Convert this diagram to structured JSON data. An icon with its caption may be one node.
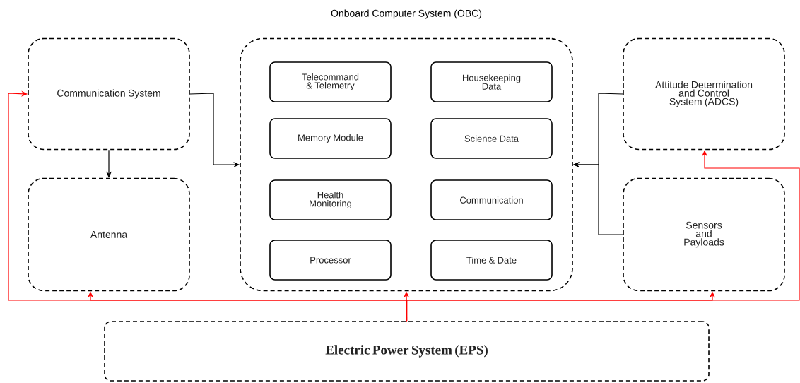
{
  "diagram": {
    "nodes": [
      {
        "text": [
          "Communication System"
        ]
      },
      {
        "text": [
          "Antenna"
        ]
      },
      {
        "text": [
          "Onboard Computer System (OBC)"
        ]
      },
      {
        "text": [
          "Telecommand & Telemetry"
        ],
        "in": 2
      },
      {
        "text": [
          "Housekeeping Data"
        ],
        "in": 2
      },
      {
        "text": [
          "Memory Module"
        ],
        "in": 2
      },
      {
        "text": [
          "Science Data"
        ],
        "in": 2
      },
      {
        "text": [
          "Health Monitoring"
        ],
        "in": 2
      },
      {
        "text": [
          "Communication"
        ],
        "in": 2
      },
      {
        "text": [
          "Processor"
        ],
        "in": 2
      },
      {
        "text": [
          "Time & Date"
        ],
        "in": 2
      },
      {
        "text": [
          "Attitude Determination and Control System (ADCS)"
        ]
      },
      {
        "text": [
          "Sensors and Payloads"
        ]
      },
      {
        "text": [
          "Electric Power System (EPS)"
        ]
      }
    ],
    "edges": [
      {
        "from": 0,
        "to": 1,
        "arrow": "to",
        "color": "#000000"
      },
      {
        "from": 0,
        "to": 2,
        "arrow": "to",
        "color": "#000000"
      },
      {
        "from": 11,
        "to": 2,
        "arrow": "to",
        "color": "#000000"
      },
      {
        "from": 12,
        "to": 2,
        "arrow": "to",
        "color": "#000000"
      },
      {
        "from": 13,
        "to": 0,
        "arrow": "to",
        "color": "#ff0000"
      },
      {
        "from": 13,
        "to": 1,
        "arrow": "to",
        "color": "#ff0000"
      },
      {
        "from": 13,
        "to": 2,
        "arrow": "to",
        "color": "#ff0000"
      },
      {
        "from": 13,
        "to": 11,
        "arrow": "to",
        "color": "#ff0000"
      },
      {
        "from": 13,
        "to": 12,
        "arrow": "to",
        "color": "#ff0000"
      }
    ]
  }
}
